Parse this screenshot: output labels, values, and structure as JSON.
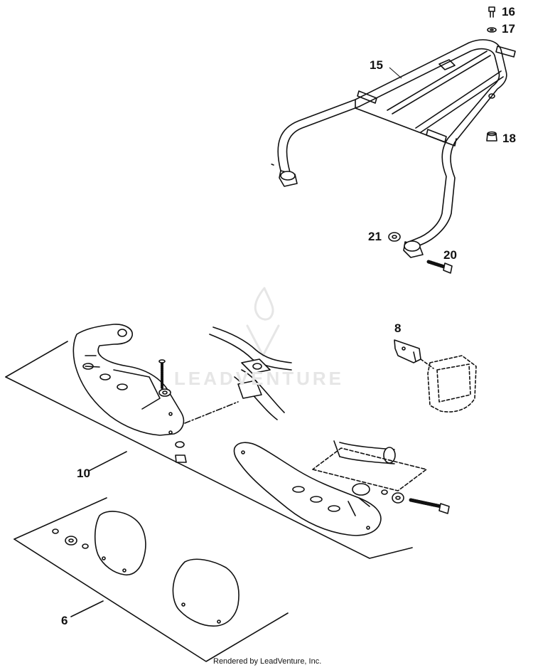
{
  "callouts": {
    "c16": "16",
    "c17": "17",
    "c15": "15",
    "c18": "18",
    "c21": "21",
    "c20": "20",
    "c8": "8",
    "c10": "10",
    "c6": "6"
  },
  "watermark": {
    "text": "LEADVENTURE"
  },
  "footer": {
    "text": "Rendered by LeadVenture, Inc."
  },
  "colors": {
    "line": "#111111",
    "fill": "#ffffff",
    "shade": "#cfcfcf",
    "watermark": "#e6e6e6"
  }
}
